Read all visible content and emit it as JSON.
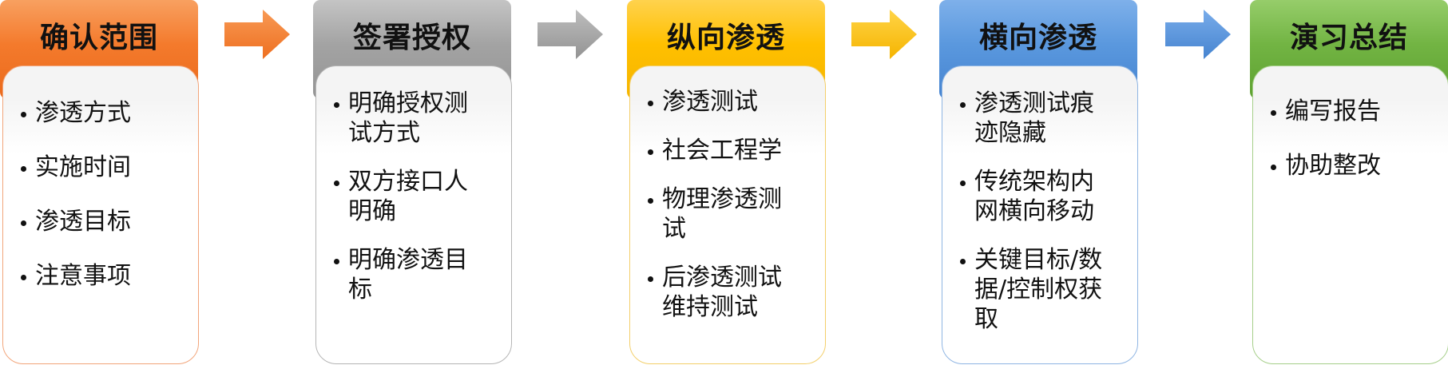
{
  "stages": [
    {
      "title": "确认范围",
      "color": "#f47a2c",
      "items": [
        "渗透方式",
        "实施时间",
        "渗透目标",
        "注意事项"
      ]
    },
    {
      "title": "签署授权",
      "color": "#9e9e9e",
      "items": [
        "明确授权测试方式",
        "双方接口人明确",
        "明确渗透目标"
      ]
    },
    {
      "title": "纵向渗透",
      "color": "#ffc000",
      "items": [
        "渗透测试",
        "社会工程学",
        "物理渗透测试",
        "后渗透测试维持测试"
      ]
    },
    {
      "title": "横向渗透",
      "color": "#4f8fd8",
      "items": [
        "渗透测试痕迹隐藏",
        "传统架构内网横向移动",
        "关键目标/数据/控制权获取"
      ]
    },
    {
      "title": "演习总结",
      "color": "#6eb23f",
      "items": [
        "编写报告",
        "协助整改"
      ]
    }
  ]
}
